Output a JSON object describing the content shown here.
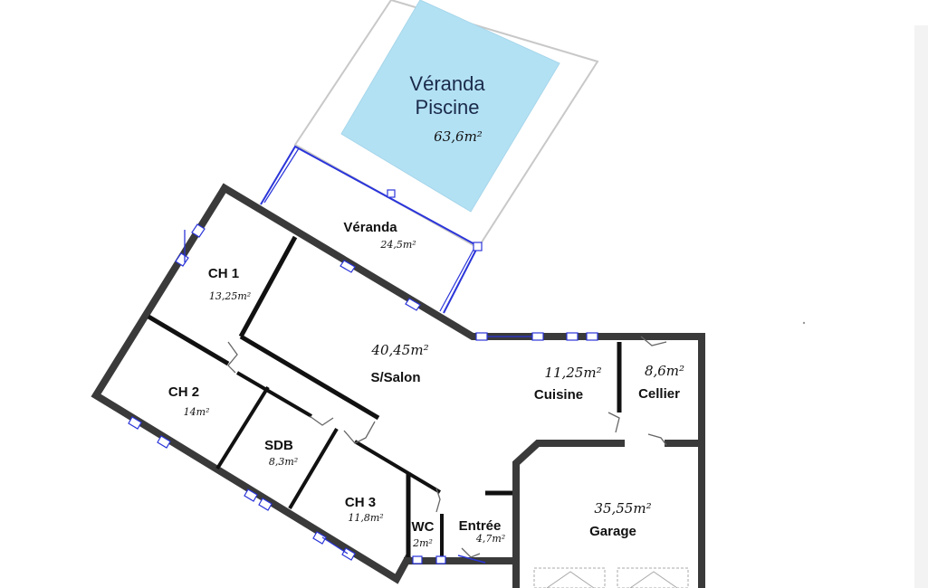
{
  "plan": {
    "rooms": {
      "veranda_piscine": {
        "line1": "Véranda",
        "line2": "Piscine",
        "area": "63,6m²"
      },
      "veranda": {
        "label": "Véranda",
        "area": "24,5m²"
      },
      "ch1": {
        "label": "CH 1",
        "area": "13,25m²"
      },
      "salon": {
        "label": "S/Salon",
        "area": "40,45m²"
      },
      "cuisine": {
        "label": "Cuisine",
        "area": "11,25m²"
      },
      "cellier": {
        "label": "Cellier",
        "area": "8,6m²"
      },
      "ch2": {
        "label": "CH 2",
        "area": "14m²"
      },
      "sdb": {
        "label": "SDB",
        "area": "8,3m²"
      },
      "ch3": {
        "label": "CH 3",
        "area": "11,8m²"
      },
      "wc": {
        "label": "WC",
        "area": "2m²"
      },
      "entree": {
        "label": "Entrée",
        "area": "4,7m²"
      },
      "garage": {
        "label": "Garage",
        "area": "35,55m²"
      }
    },
    "colors": {
      "pool": "#b3e1f4",
      "wall": "#3a3a3a",
      "glass": "#2b35d9"
    }
  }
}
